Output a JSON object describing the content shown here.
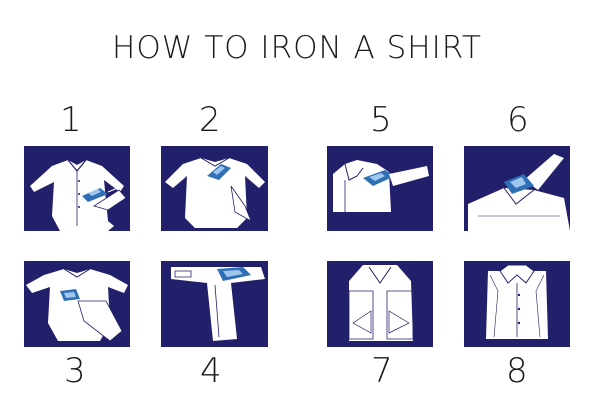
{
  "title": "HOW TO IRON A SHIRT",
  "colors": {
    "panel": "#23206b",
    "shirt": "#ffffff",
    "iron_body": "#2f6fb6",
    "iron_accent": "#9fc6ec"
  },
  "steps": [
    {
      "number": "1",
      "illustration": "shirt-sleeve-on-board-icon"
    },
    {
      "number": "2",
      "illustration": "shirt-back-on-board-icon"
    },
    {
      "number": "3",
      "illustration": "shirt-front-panel-icon"
    },
    {
      "number": "4",
      "illustration": "sleeve-ironing-icon"
    },
    {
      "number": "5",
      "illustration": "collar-ironing-icon"
    },
    {
      "number": "6",
      "illustration": "shoulder-yoke-icon"
    },
    {
      "number": "7",
      "illustration": "shirt-folding-icon"
    },
    {
      "number": "8",
      "illustration": "folded-shirt-icon"
    }
  ]
}
